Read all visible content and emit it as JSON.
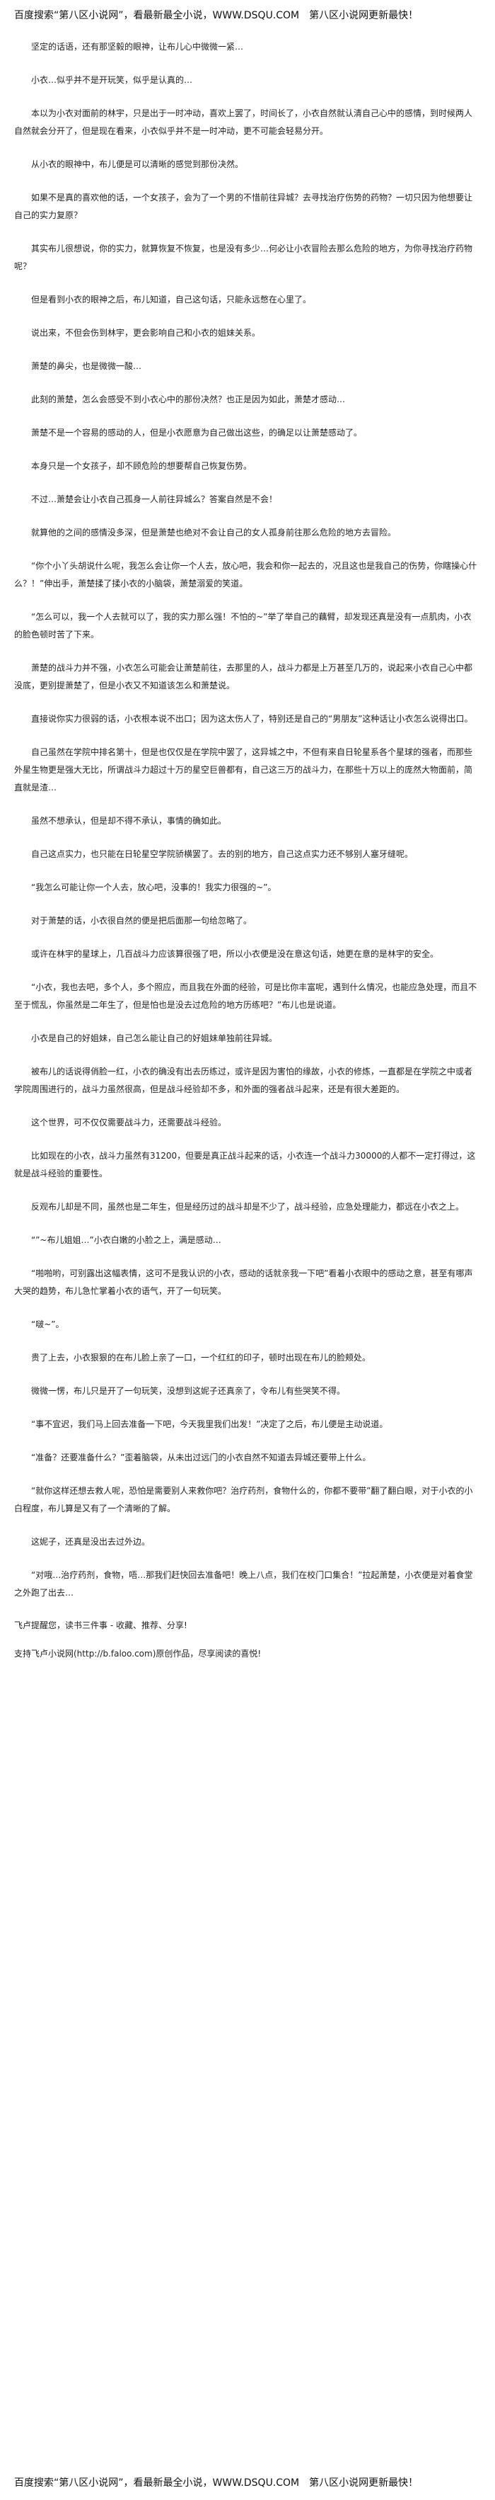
{
  "banner": {
    "text": "百度搜索“第八区小说网”，看最新最全小说，WWW.DSQU.COM　第八区小说网更新最快！"
  },
  "paragraphs": [
    "坚定的话语，还有那坚毅的眼神，让布儿心中微微一紧…",
    "小衣…似乎并不是开玩笑，似乎是认真的…",
    "本以为小衣对面前的林宇，只是出于一时冲动，喜欢上罢了，时间长了，小衣自然就认清自己心中的感情，到时候两人自然就会分开了，但是现在看来，小衣似乎并不是一时冲动，更不可能会轻易分开。",
    "从小衣的眼神中，布儿便是可以清晰的感觉到那份决然。",
    "如果不是真的喜欢他的话，一个女孩子，会为了一个男的不惜前往异城？去寻找治疗伤势的药物？一切只因为他想要让自己的实力复原？",
    "其实布儿很想说，你的实力，就算恢复不恢复，也是没有多少…何必让小衣冒险去那么危险的地方，为你寻找治疗药物呢？",
    "但是看到小衣的眼神之后，布儿知道，自己这句话，只能永远憋在心里了。",
    "说出来，不但会伤到林宇，更会影响自己和小衣的姐妹关系。",
    "萧楚的鼻尖，也是微微一酸…",
    "此刻的萧楚，怎么会感受不到小衣心中的那份决然？也正是因为如此，萧楚才感动…",
    "萧楚不是一个容易的感动的人，但是小衣愿意为自己做出这些，的确足以让萧楚感动了。",
    "本身只是一个女孩子，却不顾危险的想要帮自己恢复伤势。",
    "不过…萧楚会让小衣自己孤身一人前往异城么？答案自然是不会！",
    "就算他的之间的感情没多深，但是萧楚也绝对不会让自己的女人孤身前往那么危险的地方去冒险。",
    "“你个小丫头胡说什么呢，我怎么会让你一个人去，放心吧，我会和你一起去的，况且这也是我自己的伤势，你瞎操心什么？！”伸出手，萧楚揉了揉小衣的小脑袋，萧楚溺爱的笑道。",
    "“怎么可以，我一个人去就可以了，我的实力那么强！不怕的~”举了举自己的藕臂，却发现还真是没有一点肌肉，小衣的脸色顿时苦了下来。",
    "萧楚的战斗力并不强，小衣怎么可能会让萧楚前往，去那里的人，战斗力都是上万甚至几万的，说起来小衣自己心中都没底，更别提萧楚了，但是小衣又不知道该怎么和萧楚说。",
    "直接说你实力很弱的话，小衣根本说不出口；因为这太伤人了，特别还是自己的“男朋友”这种话让小衣怎么说得出口。",
    "自己虽然在学院中排名第十，但是也仅仅是在学院中罢了，这异城之中，不但有来自日轮星系各个星球的强者，而那些外星生物更是强大无比，所谓战斗力超过十万的星空巨兽都有，自己这三万的战斗力，在那些十万以上的庞然大物面前，简直就是渣…",
    "虽然不想承认，但是却不得不承认，事情的确如此。",
    "自己这点实力，也只能在日轮星空学院骄横罢了。去的别的地方，自己这点实力还不够别人塞牙缝呢。",
    "“我怎么可能让你一个人去，放心吧，没事的！我实力很强的~”。",
    "对于萧楚的话，小衣很自然的便是把后面那一句给忽略了。",
    "或许在林宇的星球上，几百战斗力应该算很强了吧，所以小衣便是没在意这句话，她更在意的是林宇的安全。",
    "“小衣，我也去吧，多个人，多个照应，而且我在外面的经验，可是比你丰富呢，遇到什么情况，也能应急处理，而且不至于慌乱，你虽然是二年生了，但是怕也是没去过危险的地方历练吧？”布儿也是说道。",
    "小衣是自己的好姐妹，自己怎么能让自己的好姐妹单独前往异城。",
    "被布儿的话说得俏脸一红，小衣的确没有出去历练过，或许是因为害怕的缘故，小衣的修炼，一直都是在学院之中或者学院周围进行的，战斗力虽然很高，但是战斗经验却不多，和外面的强者战斗起来，还是有很大差距的。",
    "这个世界，可不仅仅需要战斗力，还需要战斗经验。",
    "比如现在的小衣，战斗力虽然有31200，但要是真正战斗起来的话，小衣连一个战斗力30000的人都不一定打得过，这就是战斗经验的重要性。",
    "反观布儿却是不同，虽然也是二年生，但是经历过的战斗却是不少了，战斗经验，应急处理能力，都远在小衣之上。",
    "“”~布儿姐姐…”小衣白嫩的小脸之上，满是感动…",
    "“啪啪哟，可别露出这幅表情，这可不是我认识的小衣，感动的话就亲我一下吧”看着小衣眼中的感动之意，甚至有哪声大哭的趋势，布儿急忙掌着小衣的语气，开了一句玩笑。",
    "“啵~”。",
    "贵了上去，小衣狠狠的在布儿脸上亲了一口，一个红红的印子，顿时出现在布儿的脸颊处。",
    "微微一愣，布儿只是开了一句玩笑，没想到这妮子还真亲了，令布儿有些哭笑不得。",
    "“事不宜迟，我们马上回去准备一下吧，今天我里我们出发！”决定了之后，布儿便是主动说道。",
    "“准备？还要准备什么？”歪着脑袋，从未出过远门的小衣自然不知道去异城还要带上什么。",
    "“就你这样还想去救人呢，恐怕是需要别人来救你吧？治疗药剂，食物什么的，你都不要带”翻了翻白眼，对于小衣的小白程度，布儿算是又有了一个清晰的了解。",
    "这妮子，还真是没出去过外边。",
    "“对哦…治疗药剂，食物，唔…那我们赶快回去准备吧！晚上八点，我们在校门口集合！”拉起萧楚，小衣便是对着食堂之外跑了出去…"
  ],
  "footer": {
    "promo": "飞卢提醒您，读书三件事 - 收藏、推荐、分享!",
    "support": "支持飞卢小说网(http://b.faloo.com)原创作品，尽享阅读的喜悦!"
  }
}
